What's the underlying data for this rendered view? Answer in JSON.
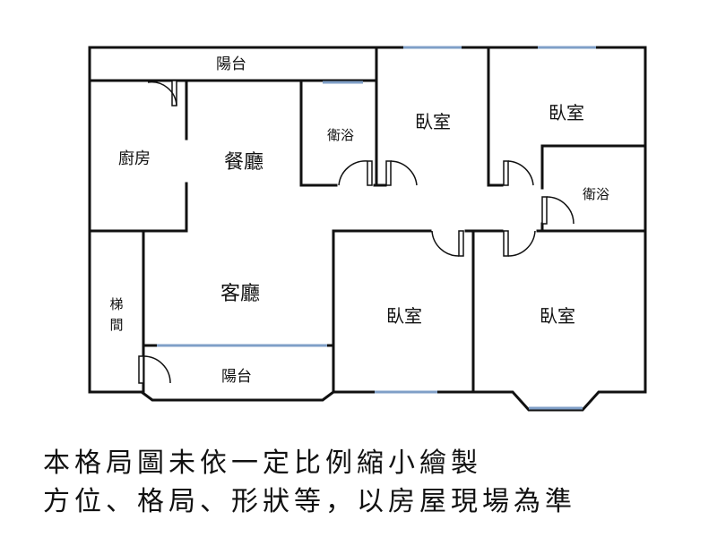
{
  "rooms": {
    "balcony_top": "陽台",
    "kitchen": "廚房",
    "dining": "餐廳",
    "bath_upper": "衛浴",
    "bedroom_1": "臥室",
    "bedroom_2": "臥室",
    "bath_right": "衛浴",
    "stairwell_line1": "梯",
    "stairwell_line2": "間",
    "living": "客廳",
    "bedroom_3": "臥室",
    "bedroom_4": "臥室",
    "balcony_bottom": "陽台"
  },
  "notes": {
    "line1": "本格局圖未依一定比例縮小繪製",
    "line2": "方位、格局、形狀等，以房屋現場為準"
  },
  "colors": {
    "wall": "#111111",
    "window": "#7f9fc7"
  }
}
